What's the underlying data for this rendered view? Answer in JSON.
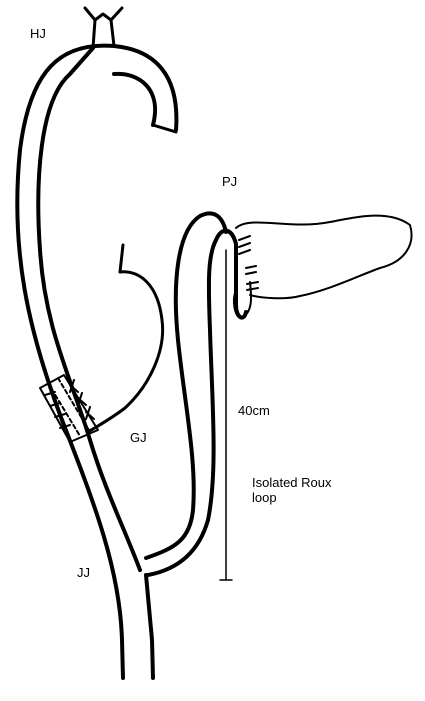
{
  "labels": {
    "hj": "HJ",
    "pj": "PJ",
    "length": "40cm",
    "gj": "GJ",
    "roux_loop": "Isolated Roux loop",
    "jj": "JJ"
  },
  "colors": {
    "stroke": "#000000",
    "background": "#ffffff"
  }
}
